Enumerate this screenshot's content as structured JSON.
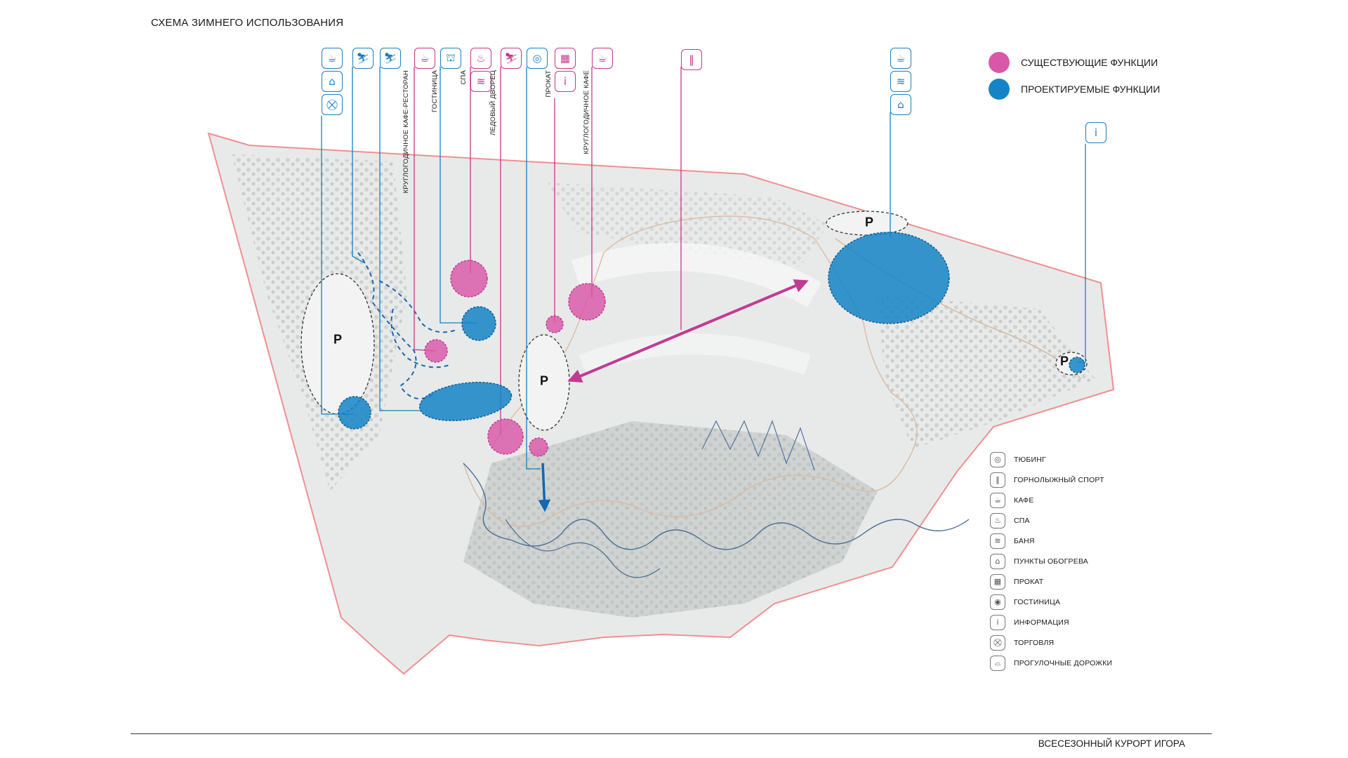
{
  "title": "СХЕМА ЗИМНЕГО ИСПОЛЬЗОВАНИЯ",
  "footer": "ВСЕСЕЗОННЫЙ КУРОРТ ИГОРА",
  "colors": {
    "existing": "#d957a8",
    "planned": "#1484c6",
    "boundary": "#f08f93",
    "territory": "#e9ebea",
    "forest": "#c9cecc"
  },
  "legend_functions": [
    {
      "label": "СУЩЕСТВУЮЩИЕ ФУНКЦИИ"
    },
    {
      "label": "ПРОЕКТИРУЕМЫЕ ФУНКЦИИ"
    }
  ],
  "legend_icons": [
    {
      "icon": "tubing-icon",
      "glyph": "◎",
      "label": "ТЮБИНГ"
    },
    {
      "icon": "ski-icon",
      "glyph": "‖",
      "label": "ГОРНОЛЫЖНЫЙ СПОРТ"
    },
    {
      "icon": "cafe-icon",
      "glyph": "☕",
      "label": "КАФЕ"
    },
    {
      "icon": "spa-icon",
      "glyph": "♨",
      "label": "СПА"
    },
    {
      "icon": "bath-icon",
      "glyph": "≋",
      "label": "БАНЯ"
    },
    {
      "icon": "heating-point-icon",
      "glyph": "⌂",
      "label": "ПУНКТЫ ОБОГРЕВА"
    },
    {
      "icon": "rental-icon",
      "glyph": "▦",
      "label": "ПРОКАТ"
    },
    {
      "icon": "hotel-icon",
      "glyph": "◉",
      "label": "ГОСТИНИЦА"
    },
    {
      "icon": "info-icon",
      "glyph": "i",
      "label": "ИНФОРМАЦИЯ"
    },
    {
      "icon": "shop-icon",
      "glyph": "⛒",
      "label": "ТОРГОВЛЯ"
    },
    {
      "icon": "walkway-icon",
      "glyph": "⌓",
      "label": "ПРОГУЛОЧНЫЕ ДОРОЖКИ"
    }
  ],
  "callout_labels": {
    "restaurant": "КРУГЛОГОДИЧНОЕ КАФЕ-РЕСТОРАН",
    "hotel": "ГОСТИНИЦА",
    "spa": "СПА",
    "ice_palace": "ЛЕДОВЫЙ ДВОРЕЦ",
    "rental": "ПРОКАТ",
    "cafe": "КРУГЛОГОДИЧНОЕ КАФЕ"
  },
  "parking_label": "P",
  "icons": {
    "cafe": "☕",
    "heating": "⌂",
    "shop": "⛒",
    "walker": "⛷",
    "hotel": "⛫",
    "spa": "♨",
    "tubing": "◎",
    "rental": "▦",
    "info": "i",
    "ski": "‖",
    "bath": "≋"
  }
}
